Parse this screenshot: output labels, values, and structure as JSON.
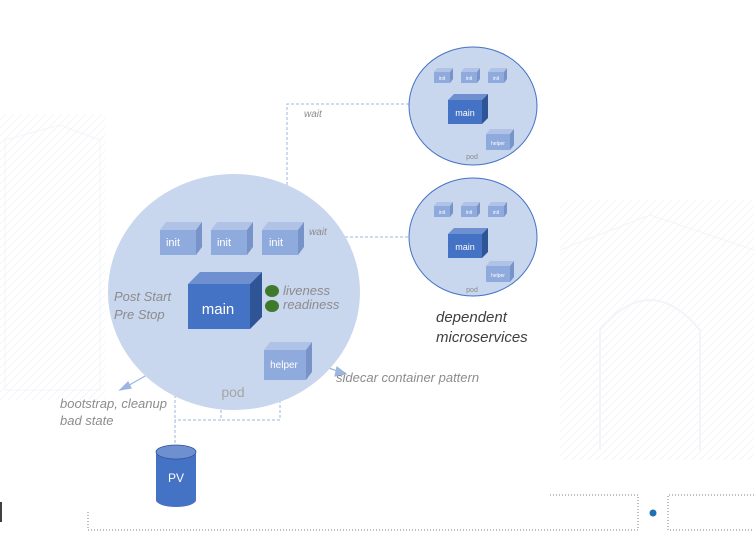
{
  "main_pod": {
    "init_labels": [
      "init",
      "init",
      "init"
    ],
    "main_label": "main",
    "helper_label": "helper",
    "pod_label": "pod",
    "lifecycle_line1": "Post Start",
    "lifecycle_line2": "Pre Stop",
    "probe_line1": "liveness",
    "probe_line2": "readiness",
    "probe_color": "#3f7a2b",
    "init_note_line1": "bootstrap, cleanup",
    "init_note_line2": "bad state",
    "sidecar_note": "sidecar container pattern"
  },
  "volume": {
    "label": "PV"
  },
  "dependents": {
    "wait_label_1": "wait",
    "wait_label_2": "wait",
    "caption_line1": "dependent",
    "caption_line2": "microservices",
    "pod_1": {
      "init_labels": [
        "init",
        "init",
        "init"
      ],
      "main_label": "main",
      "helper_label": "helper",
      "pod_label": "pod"
    },
    "pod_2": {
      "init_labels": [
        "init",
        "init",
        "init"
      ],
      "main_label": "main",
      "helper_label": "helper",
      "pod_label": "pod"
    }
  },
  "colors": {
    "pod_fill": "#c8d6ee",
    "init_cube": "#8faadc",
    "main_cube": "#4472c4",
    "dashed_line": "#9cb6e0",
    "note_text": "#8c8c8c",
    "caption_text": "#404040"
  }
}
